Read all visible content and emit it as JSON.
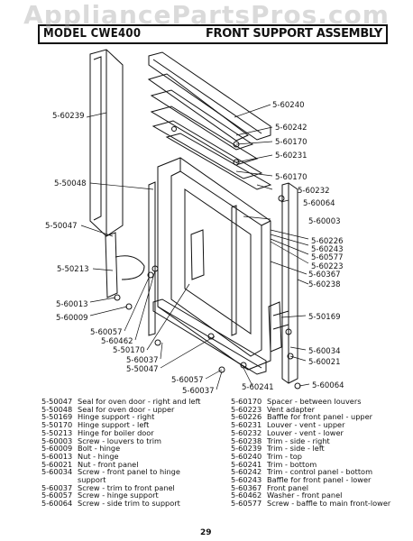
{
  "watermark": "AppliancePartsPros.com",
  "header": {
    "model": "MODEL CWE400",
    "section": "FRONT SUPPORT ASSEMBLY"
  },
  "callouts": [
    "5-60240",
    "5-60239",
    "5-60242",
    "5-60170",
    "5-60231",
    "5-60170",
    "5-60232",
    "5-50048",
    "5-60064",
    "5-60003",
    "5-50047",
    "5-60226",
    "5-60243",
    "5-60577",
    "5-60223",
    "5-50213",
    "5-60367",
    "5-60238",
    "5-60013",
    "5-60009",
    "5-50169",
    "5-60057",
    "5-60462",
    "5-50170",
    "5-60034",
    "5-60037",
    "5-60021",
    "5-50047",
    "5-60057",
    "5-60037",
    "5-60241",
    "5-60064"
  ],
  "legend": {
    "left": [
      {
        "part": "5-50047",
        "desc": "Seal for oven door - right and left"
      },
      {
        "part": "5-50048",
        "desc": "Seal for oven door - upper"
      },
      {
        "part": "5-50169",
        "desc": "Hinge support - right"
      },
      {
        "part": "5-50170",
        "desc": "Hinge support - left"
      },
      {
        "part": "5-50213",
        "desc": "Hinge for boiler door"
      },
      {
        "part": "5-60003",
        "desc": "Screw - louvers to trim"
      },
      {
        "part": "5-60009",
        "desc": "Bolt - hinge"
      },
      {
        "part": "5-60013",
        "desc": "Nut - hinge"
      },
      {
        "part": "5-60021",
        "desc": "Nut - front panel"
      },
      {
        "part": "5-60034",
        "desc": "Screw - front panel to hinge"
      },
      {
        "part": "",
        "desc": "support"
      },
      {
        "part": "5-60037",
        "desc": "Screw - trim to front panel"
      },
      {
        "part": "5-60057",
        "desc": "Screw - hinge support"
      },
      {
        "part": "5-60064",
        "desc": "Screw - side trim to support"
      }
    ],
    "right": [
      {
        "part": "5-60170",
        "desc": "Spacer - between louvers"
      },
      {
        "part": "5-60223",
        "desc": "Vent adapter"
      },
      {
        "part": "5-60226",
        "desc": "Baffle for front panel - upper"
      },
      {
        "part": "5-60231",
        "desc": "Louver - vent - upper"
      },
      {
        "part": "5-60232",
        "desc": "Louver - vent - lower"
      },
      {
        "part": "5-60238",
        "desc": "Trim - side - right"
      },
      {
        "part": "5-60239",
        "desc": "Trim - side - left"
      },
      {
        "part": "5-60240",
        "desc": "Trim - top"
      },
      {
        "part": "5-60241",
        "desc": "Trim - bottom"
      },
      {
        "part": "5-60242",
        "desc": "Trim - control panel - bottom"
      },
      {
        "part": "5-60243",
        "desc": "Baffle for front panel - lower"
      },
      {
        "part": "5-60367",
        "desc": "Front panel"
      },
      {
        "part": "5-60462",
        "desc": "Washer - front panel"
      },
      {
        "part": "5-60577",
        "desc": "Screw - baffle to main front-lower"
      }
    ]
  },
  "page_number": "29"
}
